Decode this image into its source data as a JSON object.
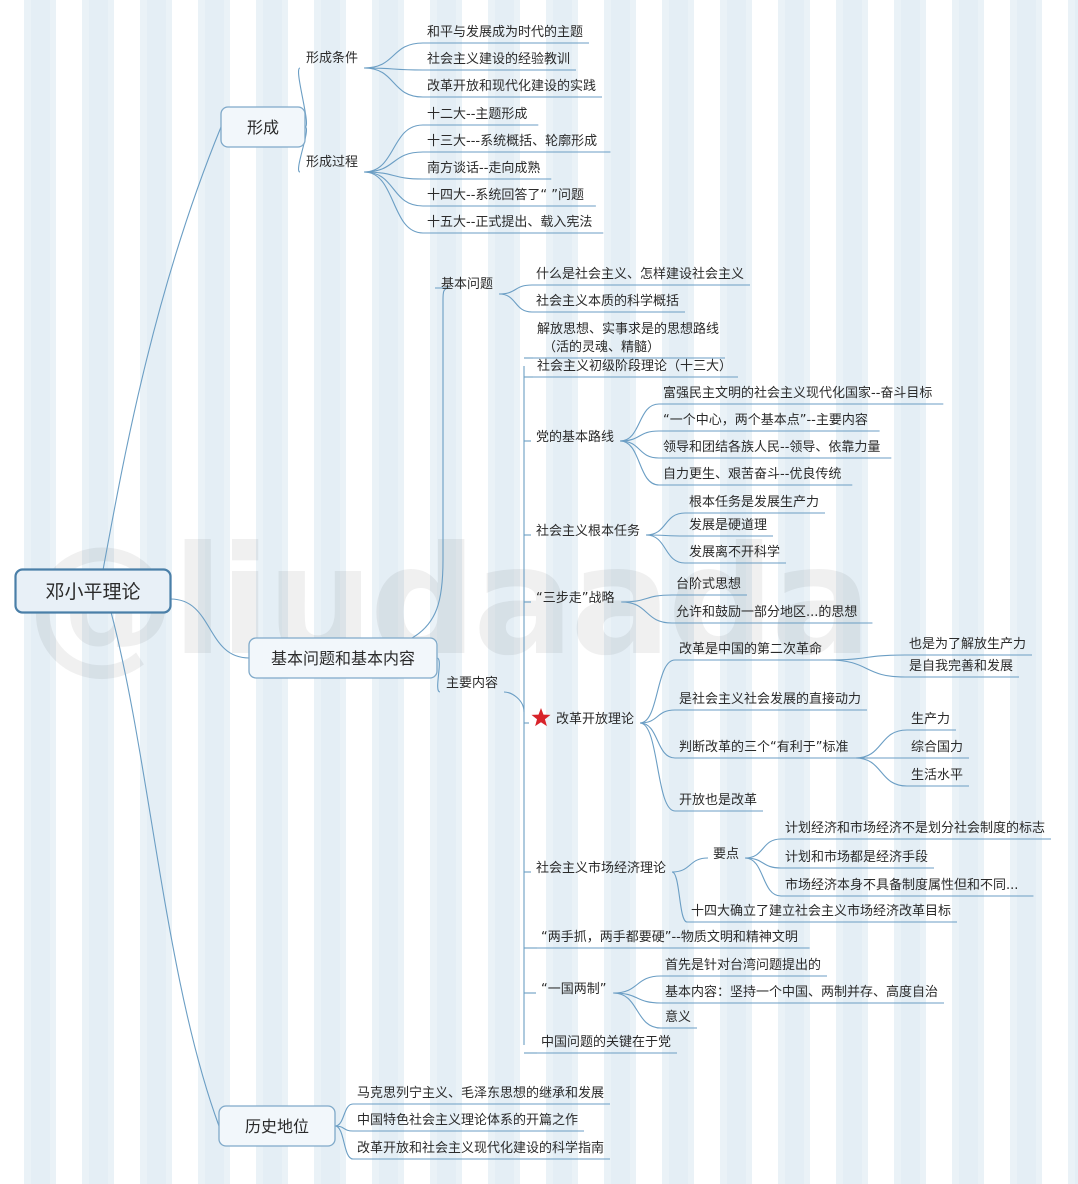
{
  "meta": {
    "title": "邓小平理论",
    "watermark": "@liudaada",
    "accent_color": "#6b9ec4",
    "box_border_color": "#4a7fa8",
    "box_fill_color": "#e8f0f7",
    "star_color": "#d8232a",
    "text_color": "#2a2a2a",
    "background_stripe_color": "#e4eef5"
  },
  "root": {
    "label": "邓小平理论"
  },
  "branches": [
    {
      "label": "形成",
      "groups": [
        {
          "label": "形成条件",
          "items": [
            "和平与发展成为时代的主题",
            "社会主义建设的经验教训",
            "改革开放和现代化建设的实践"
          ]
        },
        {
          "label": "形成过程",
          "items": [
            "十二大--主题形成",
            "十三大---系统概括、轮廓形成",
            "南方谈话--走向成熟",
            "十四大--系统回答了“ ”问题",
            "十五大--正式提出、载入宪法"
          ]
        }
      ]
    },
    {
      "label": "基本问题和基本内容",
      "groups": [
        {
          "label": "基本问题",
          "items": [
            "什么是社会主义、怎样建设社会主义",
            "社会主义本质的科学概括"
          ]
        },
        {
          "label": "主要内容",
          "items": [
            {
              "text_line1": "解放思想、实事求是的思想路线",
              "text_line2": "（活的灵魂、精髓）"
            },
            {
              "text": "社会主义初级阶段理论（十三大）"
            },
            {
              "text": "党的基本路线",
              "children": [
                "富强民主文明的社会主义现代化国家--奋斗目标",
                "“一个中心，两个基本点”--主要内容",
                "领导和团结各族人民--领导、依靠力量",
                "自力更生、艰苦奋斗--优良传统"
              ]
            },
            {
              "text": "社会主义根本任务",
              "children": [
                "根本任务是发展生产力",
                "发展是硬道理",
                "发展离不开科学"
              ]
            },
            {
              "text": "“三步走”战略",
              "children": [
                "台阶式思想",
                "允许和鼓励一部分地区...的思想"
              ]
            },
            {
              "text": "改革开放理论",
              "star": true,
              "children": [
                {
                  "text": "改革是中国的第二次革命",
                  "children": [
                    "也是为了解放生产力",
                    "是自我完善和发展"
                  ]
                },
                {
                  "text": "是社会主义社会发展的直接动力"
                },
                {
                  "text": "判断改革的三个“有利于”标准",
                  "children": [
                    "生产力",
                    "综合国力",
                    "生活水平"
                  ]
                },
                {
                  "text": "开放也是改革"
                }
              ]
            },
            {
              "text": "社会主义市场经济理论",
              "children": [
                {
                  "text": "要点",
                  "children": [
                    "计划经济和市场经济不是划分社会制度的标志",
                    "计划和市场都是经济手段",
                    "市场经济本身不具备制度属性但和不同..."
                  ]
                },
                {
                  "text": "十四大确立了建立社会主义市场经济改革目标"
                }
              ]
            },
            {
              "text": "“两手抓，两手都要硬”--物质文明和精神文明"
            },
            {
              "text": "“一国两制”",
              "children": [
                "首先是针对台湾问题提出的",
                "基本内容：坚持一个中国、两制并存、高度自治",
                "意义"
              ]
            },
            {
              "text": "中国问题的关键在于党"
            }
          ]
        }
      ]
    },
    {
      "label": "历史地位",
      "groups": [
        {
          "label": "",
          "items": [
            "马克思列宁主义、毛泽东思想的继承和发展",
            "中国特色社会主义理论体系的开篇之作",
            "改革开放和社会主义现代化建设的科学指南"
          ]
        }
      ]
    }
  ]
}
